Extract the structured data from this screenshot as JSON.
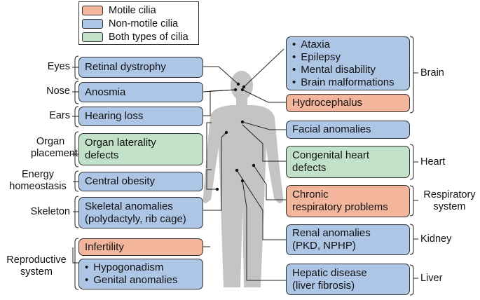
{
  "legend": {
    "motile": "Motile cilia",
    "nonmotile": "Non-motile cilia",
    "both": "Both types of cilia"
  },
  "left_labels": {
    "eyes": "Eyes",
    "nose": "Nose",
    "ears": "Ears",
    "organ_placement": [
      "Organ",
      "placement"
    ],
    "energy_homeostasis": [
      "Energy",
      "homeostasis"
    ],
    "skeleton": "Skeleton",
    "reproductive_system": [
      "Reproductive",
      "system"
    ]
  },
  "left_boxes": {
    "retinal_dystrophy": "Retinal dystrophy",
    "anosmia": "Anosmia",
    "hearing_loss": "Hearing loss",
    "organ_laterality": [
      "Organ laterality",
      "defects"
    ],
    "central_obesity": "Central obesity",
    "skeletal_anomalies": [
      "Skeletal anomalies",
      "(polydactyly, rib cage)"
    ],
    "infertility": "Infertility",
    "reproductive_items": [
      "Hypogonadism",
      "Genital anomalies"
    ]
  },
  "right_boxes": {
    "brain_items": [
      "Ataxia",
      "Epilepsy",
      "Mental disability",
      "Brain malformations"
    ],
    "hydrocephalus": "Hydrocephalus",
    "facial_anomalies": "Facial anomalies",
    "congenital_heart": [
      "Congenital heart",
      "defects"
    ],
    "chronic_respiratory": [
      "Chronic",
      "respiratory problems"
    ],
    "renal_anomalies": [
      "Renal anomalies",
      "(PKD, NPHP)"
    ],
    "hepatic_disease": [
      "Hepatic disease",
      "(liver fibrosis)"
    ]
  },
  "right_labels": {
    "brain": "Brain",
    "heart": "Heart",
    "respiratory_system": [
      "Respiratory",
      "system"
    ],
    "kidney": "Kidney",
    "liver": "Liver"
  },
  "colors": {
    "motile": "#f3b59c",
    "nonmotile": "#adc6e6",
    "both": "#c1e2c8",
    "body": "#c4c4c4"
  }
}
